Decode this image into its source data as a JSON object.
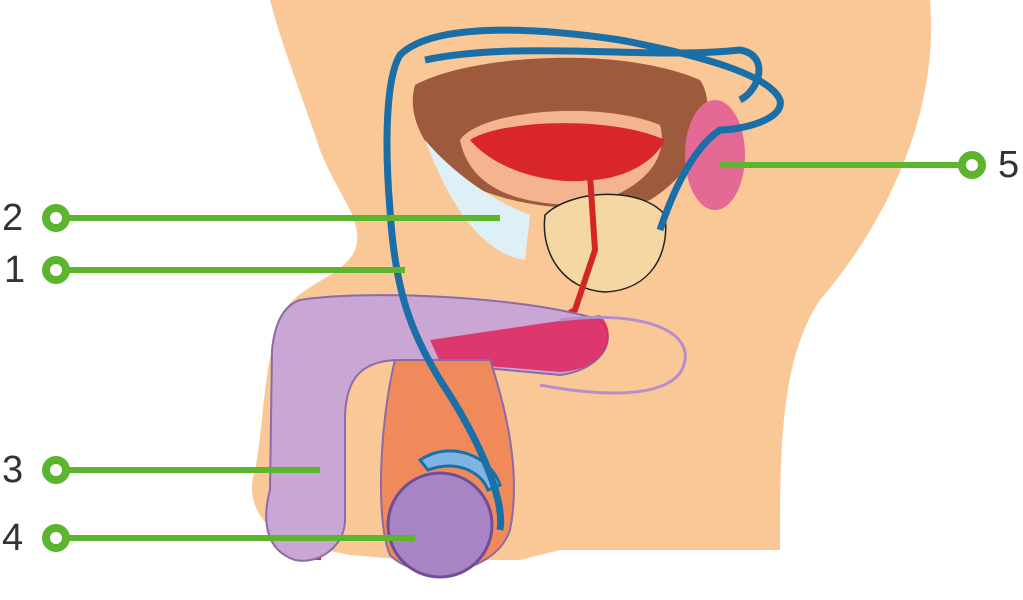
{
  "labels": [
    {
      "id": "1",
      "text": "1"
    },
    {
      "id": "2",
      "text": "2"
    },
    {
      "id": "3",
      "text": "3"
    },
    {
      "id": "4",
      "text": "4"
    },
    {
      "id": "5",
      "text": "5"
    }
  ],
  "colors": {
    "skin": "#F9C896",
    "leader": "#5DB52E",
    "vas": "#1B6FA8",
    "bladder": "#A05A3A",
    "urethra": "#D42525",
    "penis": "#C9A6D3",
    "testis": "#A884C4"
  }
}
